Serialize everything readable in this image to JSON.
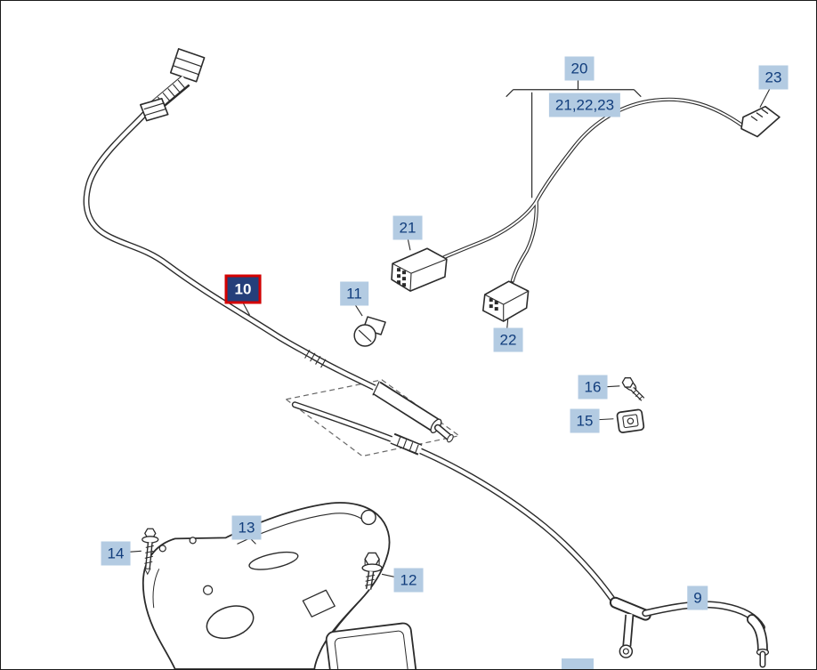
{
  "diagram": {
    "type": "parts-diagram",
    "highlighted_part": "10",
    "labels": {
      "part20": "20",
      "group21_22_23": "21,22,23",
      "part23": "23",
      "part21": "21",
      "part22": "22",
      "part11": "11",
      "part10": "10",
      "part16": "16",
      "part15": "15",
      "part13": "13",
      "part14": "14",
      "part12": "12",
      "part9": "9"
    },
    "colors": {
      "background": "#ffffff",
      "label_background": "#b3cbe2",
      "label_text": "#113d7c",
      "highlight_background": "#253f7a",
      "highlight_text": "#ffffff",
      "highlight_border": "#d40000",
      "line_color": "#2b2b2b"
    }
  }
}
